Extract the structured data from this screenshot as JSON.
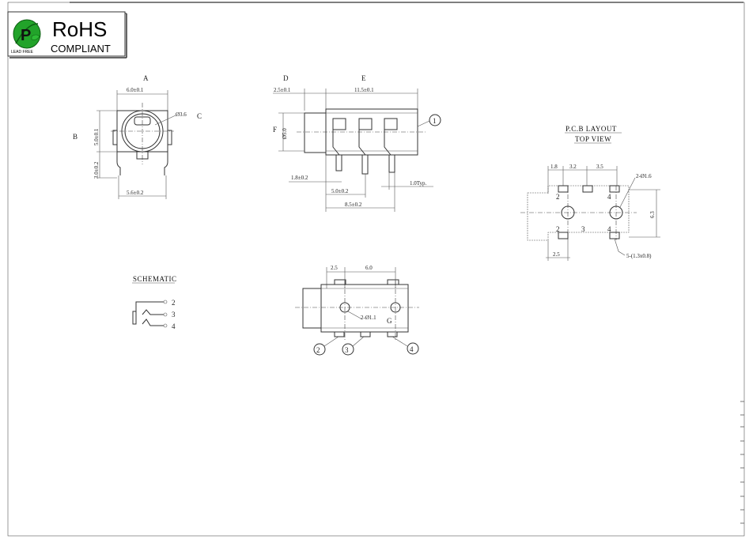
{
  "badge": {
    "title": "RoHS",
    "subtitle": "COMPLIANT",
    "small_text": "LEAD FREE",
    "leaf_color": "#22a32a"
  },
  "view_labels": {
    "A": "A",
    "B": "B",
    "C": "C",
    "D": "D",
    "E": "E",
    "F": "F"
  },
  "front_view": {
    "width": "6.0±0.1",
    "hole_dia": "Ø3.6",
    "height": "5.0±0.1",
    "pin_len": "3.0±0.2",
    "base_width": "5.6±0.2"
  },
  "side_view": {
    "d_dim": "2.5±0.1",
    "e_dim": "11.5±0.1",
    "f_dim": "Ø5.0",
    "pin_a": "1.8±0.2",
    "pin_b": "5.0±0.2",
    "pin_c": "1.0Typ.",
    "overall": "8.5±0.2",
    "callout": "1"
  },
  "pcb": {
    "title": "P.C.B LAYOUT",
    "subtitle": "TOP VIEW",
    "dim_a": "1.8",
    "dim_b": "3.2",
    "dim_c": "3.5",
    "hole": "2-Ø1.6",
    "height": "6.3",
    "bottom": "2.5",
    "pads": "5-(1.3x0.8)",
    "pin_top_left": "2",
    "pin_top_right": "4",
    "pin_bottom_left": "2",
    "pin_bottom_mid": "3",
    "pin_bottom_right": "4"
  },
  "schematic": {
    "title": "SCHEMATIC",
    "pin2": "2",
    "pin3": "3",
    "pin4": "4"
  },
  "bottom_view": {
    "dim_a": "2.5",
    "dim_b": "6.0",
    "hole": "2-Ø1.1",
    "ground": "G",
    "callout2": "2",
    "callout3": "3",
    "callout4": "4"
  }
}
